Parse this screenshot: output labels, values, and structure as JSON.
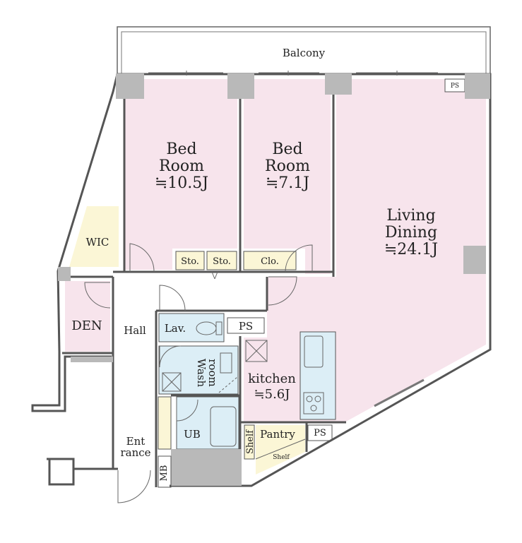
{
  "labels": {
    "balcony": "Balcony",
    "bed1_line1": "Bed",
    "bed1_line2": "Room",
    "bed1_area": "≒10.5J",
    "bed2_line1": "Bed",
    "bed2_line2": "Room",
    "bed2_area": "≒7.1J",
    "living_line1": "Living",
    "living_line2": "Dining",
    "living_area": "≒24.1J",
    "wic": "WIC",
    "den": "DEN",
    "hall": "Hall",
    "sto1": "Sto.",
    "sto2": "Sto.",
    "clo": "Clo.",
    "lav": "Lav.",
    "ps_top": "PS",
    "ps_mid": "PS",
    "ps_bottom": "PS",
    "wash_line1": "Wash",
    "wash_line2": "room",
    "kitchen": "kitchen",
    "kitchen_area": "≒5.6J",
    "ub": "UB",
    "shelf": "Shelf",
    "pantry": "Pantry",
    "pantry_shelf": "Shelf",
    "ent_line1": "Ent",
    "ent_line2": "rance",
    "mb": "MB"
  },
  "colors": {
    "room_pink": "#f7e4ec",
    "storage_yellow": "#fbf6d6",
    "wet_blue": "#dceef6",
    "wall_gray": "#b9b9b9",
    "outline": "#555555"
  }
}
